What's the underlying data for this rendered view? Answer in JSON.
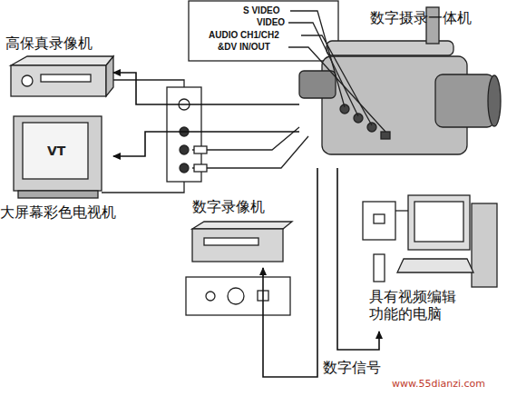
{
  "diagram": {
    "nodes": [
      {
        "text": [
          "S VIDEO",
          "VIDEO",
          "AUDIO CH1/CH2",
          "&DV IN/OUT"
        ]
      },
      {
        "text": [
          "数字摄录一体机"
        ]
      },
      {
        "text": [
          "高保真录像机"
        ]
      },
      {
        "text": [
          "大屏幕彩色电视机"
        ]
      },
      {
        "text": [
          "数字录像机"
        ]
      },
      {
        "text": [
          "具有视频编辑 功能的电脑"
        ]
      }
    ],
    "edges": [
      {
        "from": 1,
        "to": 2,
        "arrow": "to"
      },
      {
        "from": 1,
        "to": 3,
        "arrow": "to"
      },
      {
        "from": 1,
        "to": 4,
        "label": "数字信号",
        "arrow": "to"
      },
      {
        "from": 1,
        "to": 5,
        "arrow": "to"
      }
    ],
    "labels": [
      "VT",
      "www.55dianzi.com"
    ]
  }
}
